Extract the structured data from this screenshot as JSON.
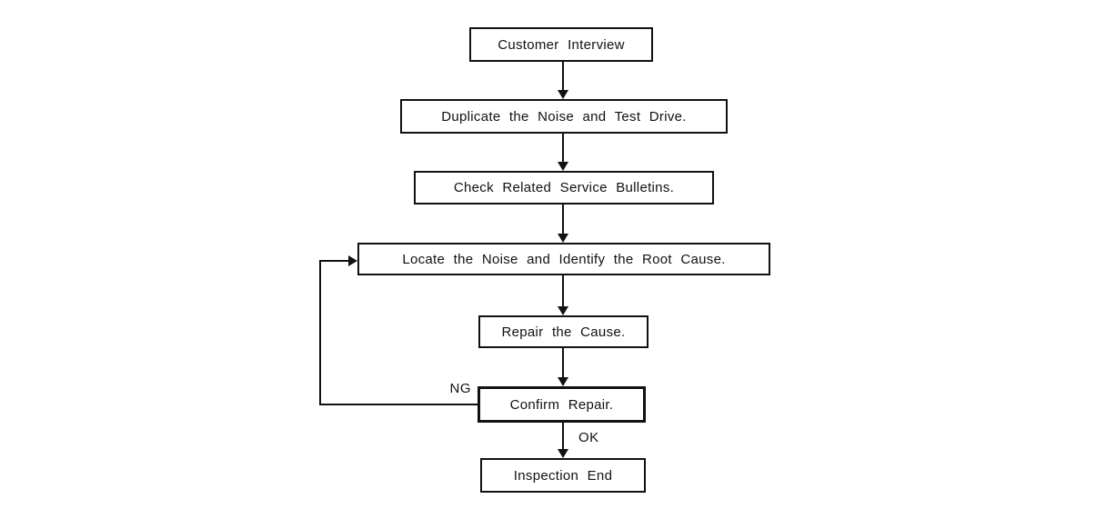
{
  "diagram": {
    "title_hint": "noise-diagnosis-flowchart",
    "colors": {
      "line": "#111111",
      "background": "#ffffff"
    },
    "nodes": [
      {
        "id": "customer-interview",
        "label": "Customer Interview"
      },
      {
        "id": "duplicate-noise-test-drive",
        "label": "Duplicate the Noise and Test Drive."
      },
      {
        "id": "check-service-bulletins",
        "label": "Check Related Service Bulletins."
      },
      {
        "id": "locate-noise-root-cause",
        "label": "Locate the Noise and Identify the Root Cause."
      },
      {
        "id": "repair-cause",
        "label": "Repair the Cause."
      },
      {
        "id": "confirm-repair",
        "label": "Confirm Repair."
      },
      {
        "id": "inspection-end",
        "label": "Inspection End"
      }
    ],
    "edges": [
      {
        "from": "customer-interview",
        "to": "duplicate-noise-test-drive",
        "label": ""
      },
      {
        "from": "duplicate-noise-test-drive",
        "to": "check-service-bulletins",
        "label": ""
      },
      {
        "from": "check-service-bulletins",
        "to": "locate-noise-root-cause",
        "label": ""
      },
      {
        "from": "locate-noise-root-cause",
        "to": "repair-cause",
        "label": ""
      },
      {
        "from": "repair-cause",
        "to": "confirm-repair",
        "label": ""
      },
      {
        "from": "confirm-repair",
        "to": "inspection-end",
        "label": "OK"
      },
      {
        "from": "confirm-repair",
        "to": "locate-noise-root-cause",
        "label": "NG"
      }
    ],
    "edge_labels": {
      "ng": "NG",
      "ok": "OK"
    }
  }
}
